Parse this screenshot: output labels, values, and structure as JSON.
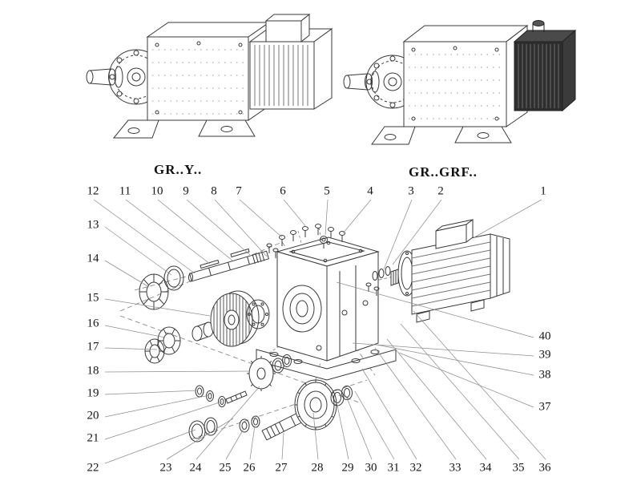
{
  "labels": {
    "left": "GR..Y..",
    "right": "GR..GRF.."
  },
  "colors": {
    "line": "#3a3a3a",
    "leader": "#8f8f8f",
    "dark_cover": "#2e2e2e",
    "background": "#ffffff"
  },
  "callouts": {
    "c1": "1",
    "c2": "2",
    "c3": "3",
    "c4": "4",
    "c5": "5",
    "c6": "6",
    "c7": "7",
    "c8": "8",
    "c9": "9",
    "c10": "10",
    "c11": "11",
    "c12": "12",
    "c13": "13",
    "c14": "14",
    "c15": "15",
    "c16": "16",
    "c17": "17",
    "c18": "18",
    "c19": "19",
    "c20": "20",
    "c21": "21",
    "c22": "22",
    "c23": "23",
    "c24": "24",
    "c25": "25",
    "c26": "26",
    "c27": "27",
    "c28": "28",
    "c29": "29",
    "c30": "30",
    "c31": "31",
    "c32": "32",
    "c33": "33",
    "c34": "34",
    "c35": "35",
    "c36": "36",
    "c37": "37",
    "c38": "38",
    "c39": "39",
    "c40": "40"
  }
}
